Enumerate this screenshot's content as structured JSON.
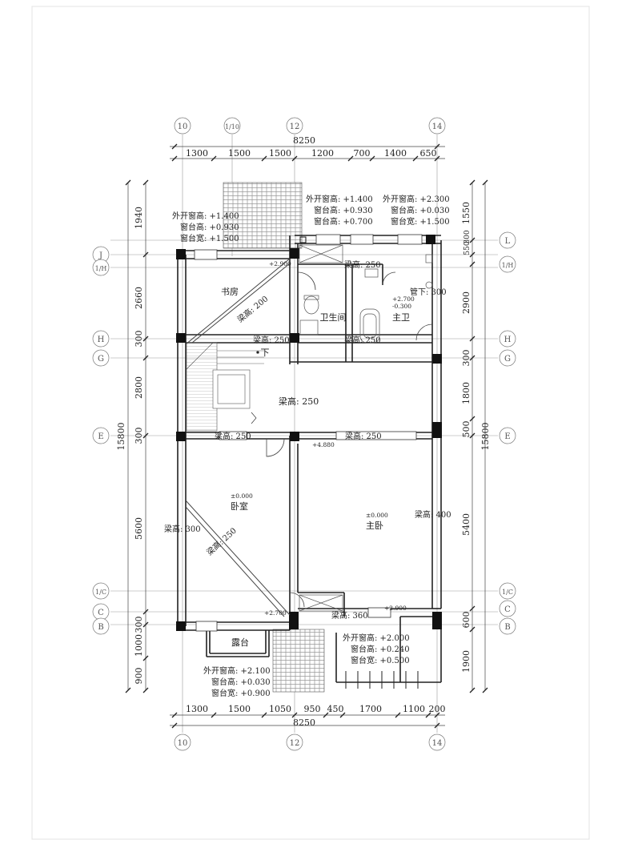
{
  "plan": {
    "grid_bubbles_top": [
      "10",
      "1/10",
      "12",
      "14"
    ],
    "grid_bubbles_bottom": [
      "10",
      "12",
      "14"
    ],
    "grid_bubbles_left": [
      "J",
      "1/H",
      "H",
      "G",
      "E",
      "1/C",
      "C",
      "B"
    ],
    "grid_bubbles_right": [
      "L",
      "1/H",
      "H",
      "G",
      "E",
      "1/C",
      "C",
      "B"
    ],
    "top_total": "8250",
    "top_dims": [
      "1300",
      "1500",
      "1500",
      "1200",
      "700",
      "1400",
      "650"
    ],
    "bottom_total": "8250",
    "bottom_dims": [
      "1300",
      "1500",
      "1050",
      "950",
      "450",
      "1700",
      "1100",
      "200"
    ],
    "left_total": "15800",
    "left_dims": [
      "1940",
      "2660",
      "300",
      "2800",
      "300",
      "5600",
      "300",
      "1000",
      "900"
    ],
    "right_total": "15800",
    "right_dims": [
      "1550",
      "550",
      "300",
      "2900",
      "300",
      "1800",
      "500",
      "5400",
      "600",
      "1900"
    ],
    "rooms": {
      "study": "书房",
      "toilet": "卫生间",
      "master_bath": "主卫",
      "bedroom": "卧室",
      "master_bedroom": "主卧",
      "terrace": "露台",
      "down": "下"
    },
    "beams": {
      "b1": "梁高: 250",
      "b2": "梁高: 200",
      "b3": "梁高: 250",
      "b4": "梁高: 250",
      "b5": "梁高: 250",
      "b6": "梁高: 250",
      "b7": "梁高: 250",
      "b8": "梁高: 300",
      "b9": "梁高: 250",
      "b10": "梁高: 400",
      "b11": "梁高: 360",
      "b12": "管下: 300"
    },
    "levels": {
      "l1": "+2.900",
      "l2": "+2.700",
      "l3": "-0.300",
      "l4": "+4.880",
      "l5": "±0.000",
      "l6": "±0.000",
      "l7": "+2.700",
      "l8": "+2.900"
    },
    "notes": {
      "n1": [
        "外开窗高: +1.400",
        "窗台高: +0.930",
        "窗台宽: +1.500"
      ],
      "n2": [
        "外开窗高: +1.400",
        "窗台高: +0.930",
        "窗台高: +0.700"
      ],
      "n3": [
        "外开窗高: +2.300",
        "窗台高: +0.030",
        "窗台宽: +1.500"
      ],
      "n4": [
        "外开窗高: +2.100",
        "窗台高: +0.030",
        "窗台宽: +0.900"
      ],
      "n5": [
        "外开窗高: +2.000",
        "窗台高: +0.240",
        "窗台宽: +0.500"
      ]
    }
  }
}
